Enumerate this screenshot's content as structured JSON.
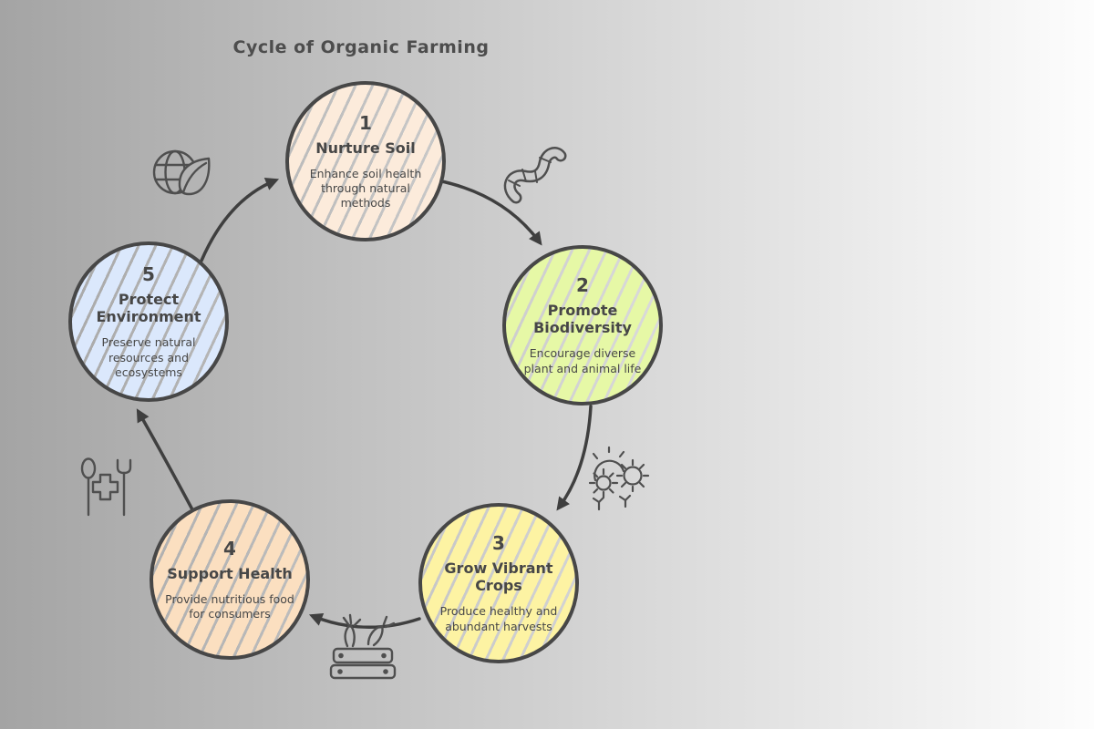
{
  "title": "Cycle of Organic Farming",
  "background": {
    "left": "#a4a4a4",
    "right": "#fdfdfd"
  },
  "colors": {
    "node_border": "#474747",
    "node_text": "#474747",
    "arrow": "#3f3f3f",
    "icon_stroke": "#4f4f4f",
    "title_text": "#4d4d4d"
  },
  "nodes": [
    {
      "number": "1",
      "title": "Nurture Soil",
      "description": "Enhance soil health through natural methods",
      "fill": "#fcebdb"
    },
    {
      "number": "2",
      "title": "Promote Biodiversity",
      "description": "Encourage diverse plant and animal life",
      "fill": "#e6f8a6"
    },
    {
      "number": "3",
      "title": "Grow Vibrant Crops",
      "description": "Produce healthy and abundant harvests",
      "fill": "#fdf3a3"
    },
    {
      "number": "4",
      "title": "Support Health",
      "description": "Provide nutritious food for consumers",
      "fill": "#fbdfc0"
    },
    {
      "number": "5",
      "title": "Protect Environment",
      "description": "Preserve natural resources and ecosystems",
      "fill": "#dbe8fc"
    }
  ],
  "edges": [
    {
      "from": "1",
      "to": "2"
    },
    {
      "from": "2",
      "to": "3"
    },
    {
      "from": "3",
      "to": "4"
    },
    {
      "from": "4",
      "to": "5"
    },
    {
      "from": "5",
      "to": "1"
    }
  ],
  "icons": [
    "globe-leaf-icon",
    "worm-icon",
    "sun-sprouts-icon",
    "vegetable-crate-icon",
    "cutlery-health-icon"
  ]
}
